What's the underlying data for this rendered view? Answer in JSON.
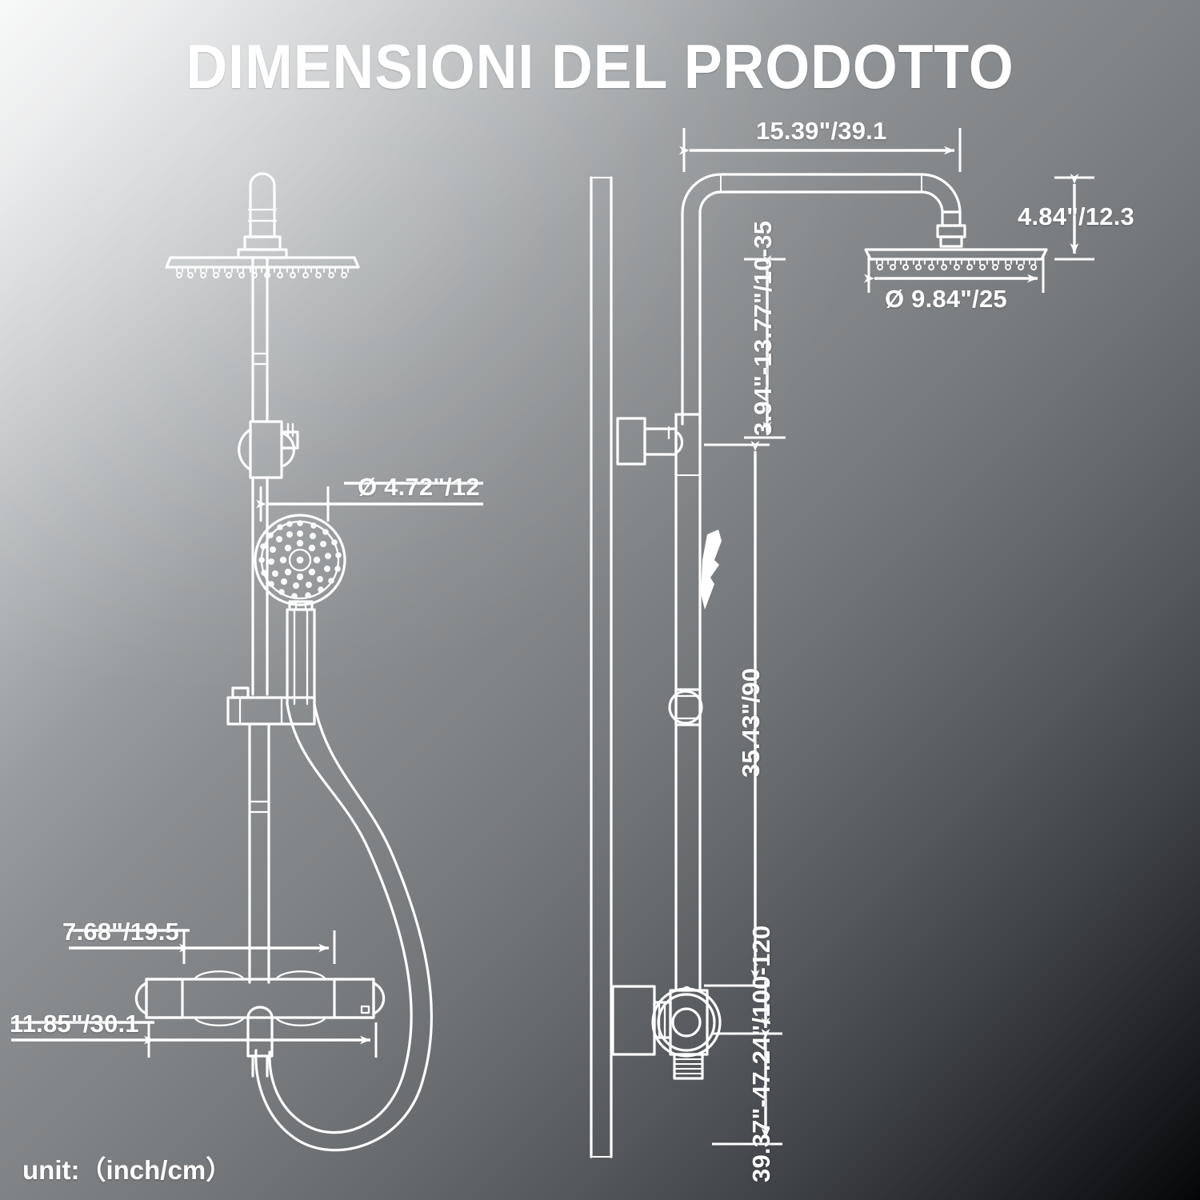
{
  "header": {
    "title": "DIMENSIONI DEL PRODOTTO"
  },
  "footer": {
    "unit_label": "unit:（inch/cm）"
  },
  "dimensions": {
    "arm_reach": "15.39\"/39.1",
    "head_height": "4.84\"/12.3",
    "head_diameter": "Ø 9.84\"/25",
    "head_to_bracket": "3.94\"-13.77\"/10-35",
    "riser_length": "35.43\"/90",
    "valve_to_floor": "39.37\"-47.24\"/100-120",
    "handheld_diameter": "Ø 4.72\"/12",
    "valve_inlet_spread": "7.68\"/19.5",
    "valve_body_width": "11.85\"/30.1"
  },
  "views": {
    "front": {
      "name": "front-elevation",
      "parts": [
        "rain-shower-head",
        "shower-arm",
        "riser-rail",
        "slide-bracket",
        "handheld-shower",
        "hose",
        "thermostatic-valve",
        "valve-handles",
        "wall-inlets"
      ]
    },
    "side": {
      "name": "side-elevation",
      "parts": [
        "wall-line",
        "gooseneck-arm",
        "rain-shower-head",
        "riser-rail",
        "wall-bracket",
        "handheld-holder",
        "slide-ring",
        "thermostatic-valve",
        "valve-outlet"
      ]
    }
  },
  "colors": {
    "line": "#ffffff",
    "text": "#ffffff",
    "bg_light": "#f7f8f8",
    "bg_dark": "#050607"
  }
}
